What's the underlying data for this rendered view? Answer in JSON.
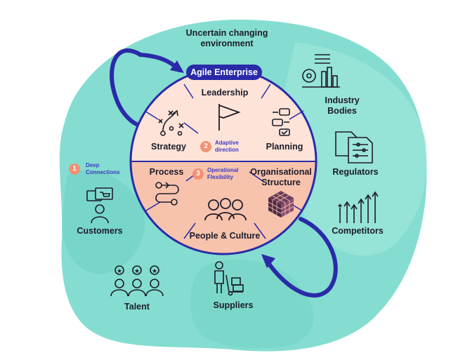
{
  "title_lines": [
    "Uncertain changing",
    "environment"
  ],
  "center": {
    "label": "Agile Enterprise"
  },
  "segments": {
    "leadership": "Leadership",
    "strategy": "Strategy",
    "planning": "Planning",
    "process": "Process",
    "org_structure": [
      "Organisational",
      "Structure"
    ],
    "people_culture": "People & Culture"
  },
  "callouts": [
    {
      "number": "1",
      "lines": [
        "Deep",
        "Connections"
      ]
    },
    {
      "number": "2",
      "lines": [
        "Adaptive",
        "direction"
      ]
    },
    {
      "number": "3",
      "lines": [
        "Operational",
        "Flexibility"
      ]
    }
  ],
  "stakeholders": {
    "customers": "Customers",
    "talent": "Talent",
    "suppliers": "Suppliers",
    "industry_bodies": [
      "Industry",
      "Bodies"
    ],
    "regulators": "Regulators",
    "competitors": "Competitors"
  },
  "colors": {
    "blob": "#7fdccf",
    "blob_shade": "#5fc9bc",
    "circle_top": "#fde3d8",
    "circle_bottom": "#f7c6b2",
    "arrow": "#2a2aa8",
    "badge": "#f29172",
    "accent_text": "#3b3bc4"
  }
}
